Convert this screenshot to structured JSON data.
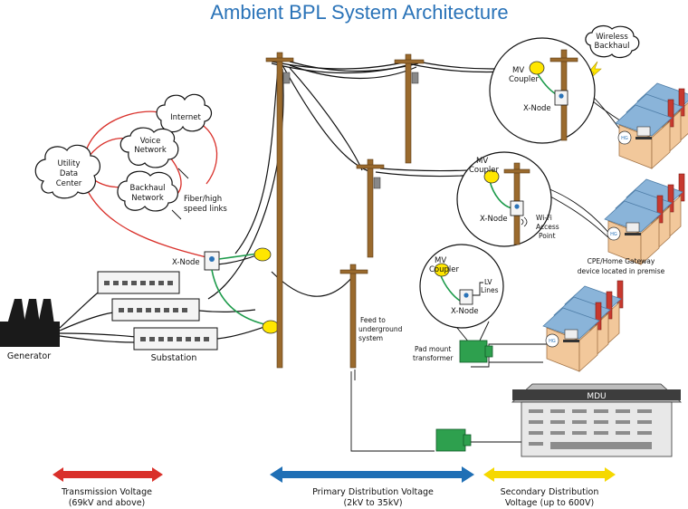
{
  "title": "Ambient BPL System Architecture",
  "clouds": {
    "internet": "Internet",
    "voice": [
      "Voice",
      "Network"
    ],
    "utility": [
      "Utility",
      "Data",
      "Center"
    ],
    "backhaul": [
      "Backhaul",
      "Network"
    ],
    "wireless": [
      "Wireless",
      "Backhaul"
    ]
  },
  "labels": {
    "fiber_links": [
      "Fiber/high",
      "speed links"
    ],
    "xnode_main": "X-Node",
    "generator": "Generator",
    "substation": "Substation",
    "mv_coupler_top": [
      "MV",
      "Coupler"
    ],
    "xnode_top": "X-Node",
    "mv_coupler_mid": [
      "MV",
      "Coupler"
    ],
    "xnode_mid": "X-Node",
    "wifi_ap": [
      "Wi-Fi",
      "Access",
      "Point"
    ],
    "cpe": [
      "CPE/Home Gateway",
      "device located in premise"
    ],
    "mv_coupler_low": [
      "MV",
      "Coupler"
    ],
    "lv_lines": [
      "LV",
      "Lines"
    ],
    "xnode_low": "X-Node",
    "feed_underground": [
      "Feed to",
      "underground",
      "system"
    ],
    "pad_mount": [
      "Pad mount",
      "transformer"
    ],
    "mdu": "MDU",
    "hg": "HG"
  },
  "legend": [
    {
      "label": [
        "Transmission Voltage",
        "(69kV and above)"
      ],
      "color": "#d9302a"
    },
    {
      "label": [
        "Primary Distribution Voltage",
        "(2kV to 35kV)"
      ],
      "color": "#1f6fb5"
    },
    {
      "label": [
        "Secondary Distribution",
        "Voltage (up to 600V)"
      ],
      "color": "#f5d800"
    }
  ],
  "colors": {
    "title": "#2a73b8",
    "green_line": "#1c9a4a",
    "red_line": "#d9302a",
    "coupler": "#ffe600"
  }
}
